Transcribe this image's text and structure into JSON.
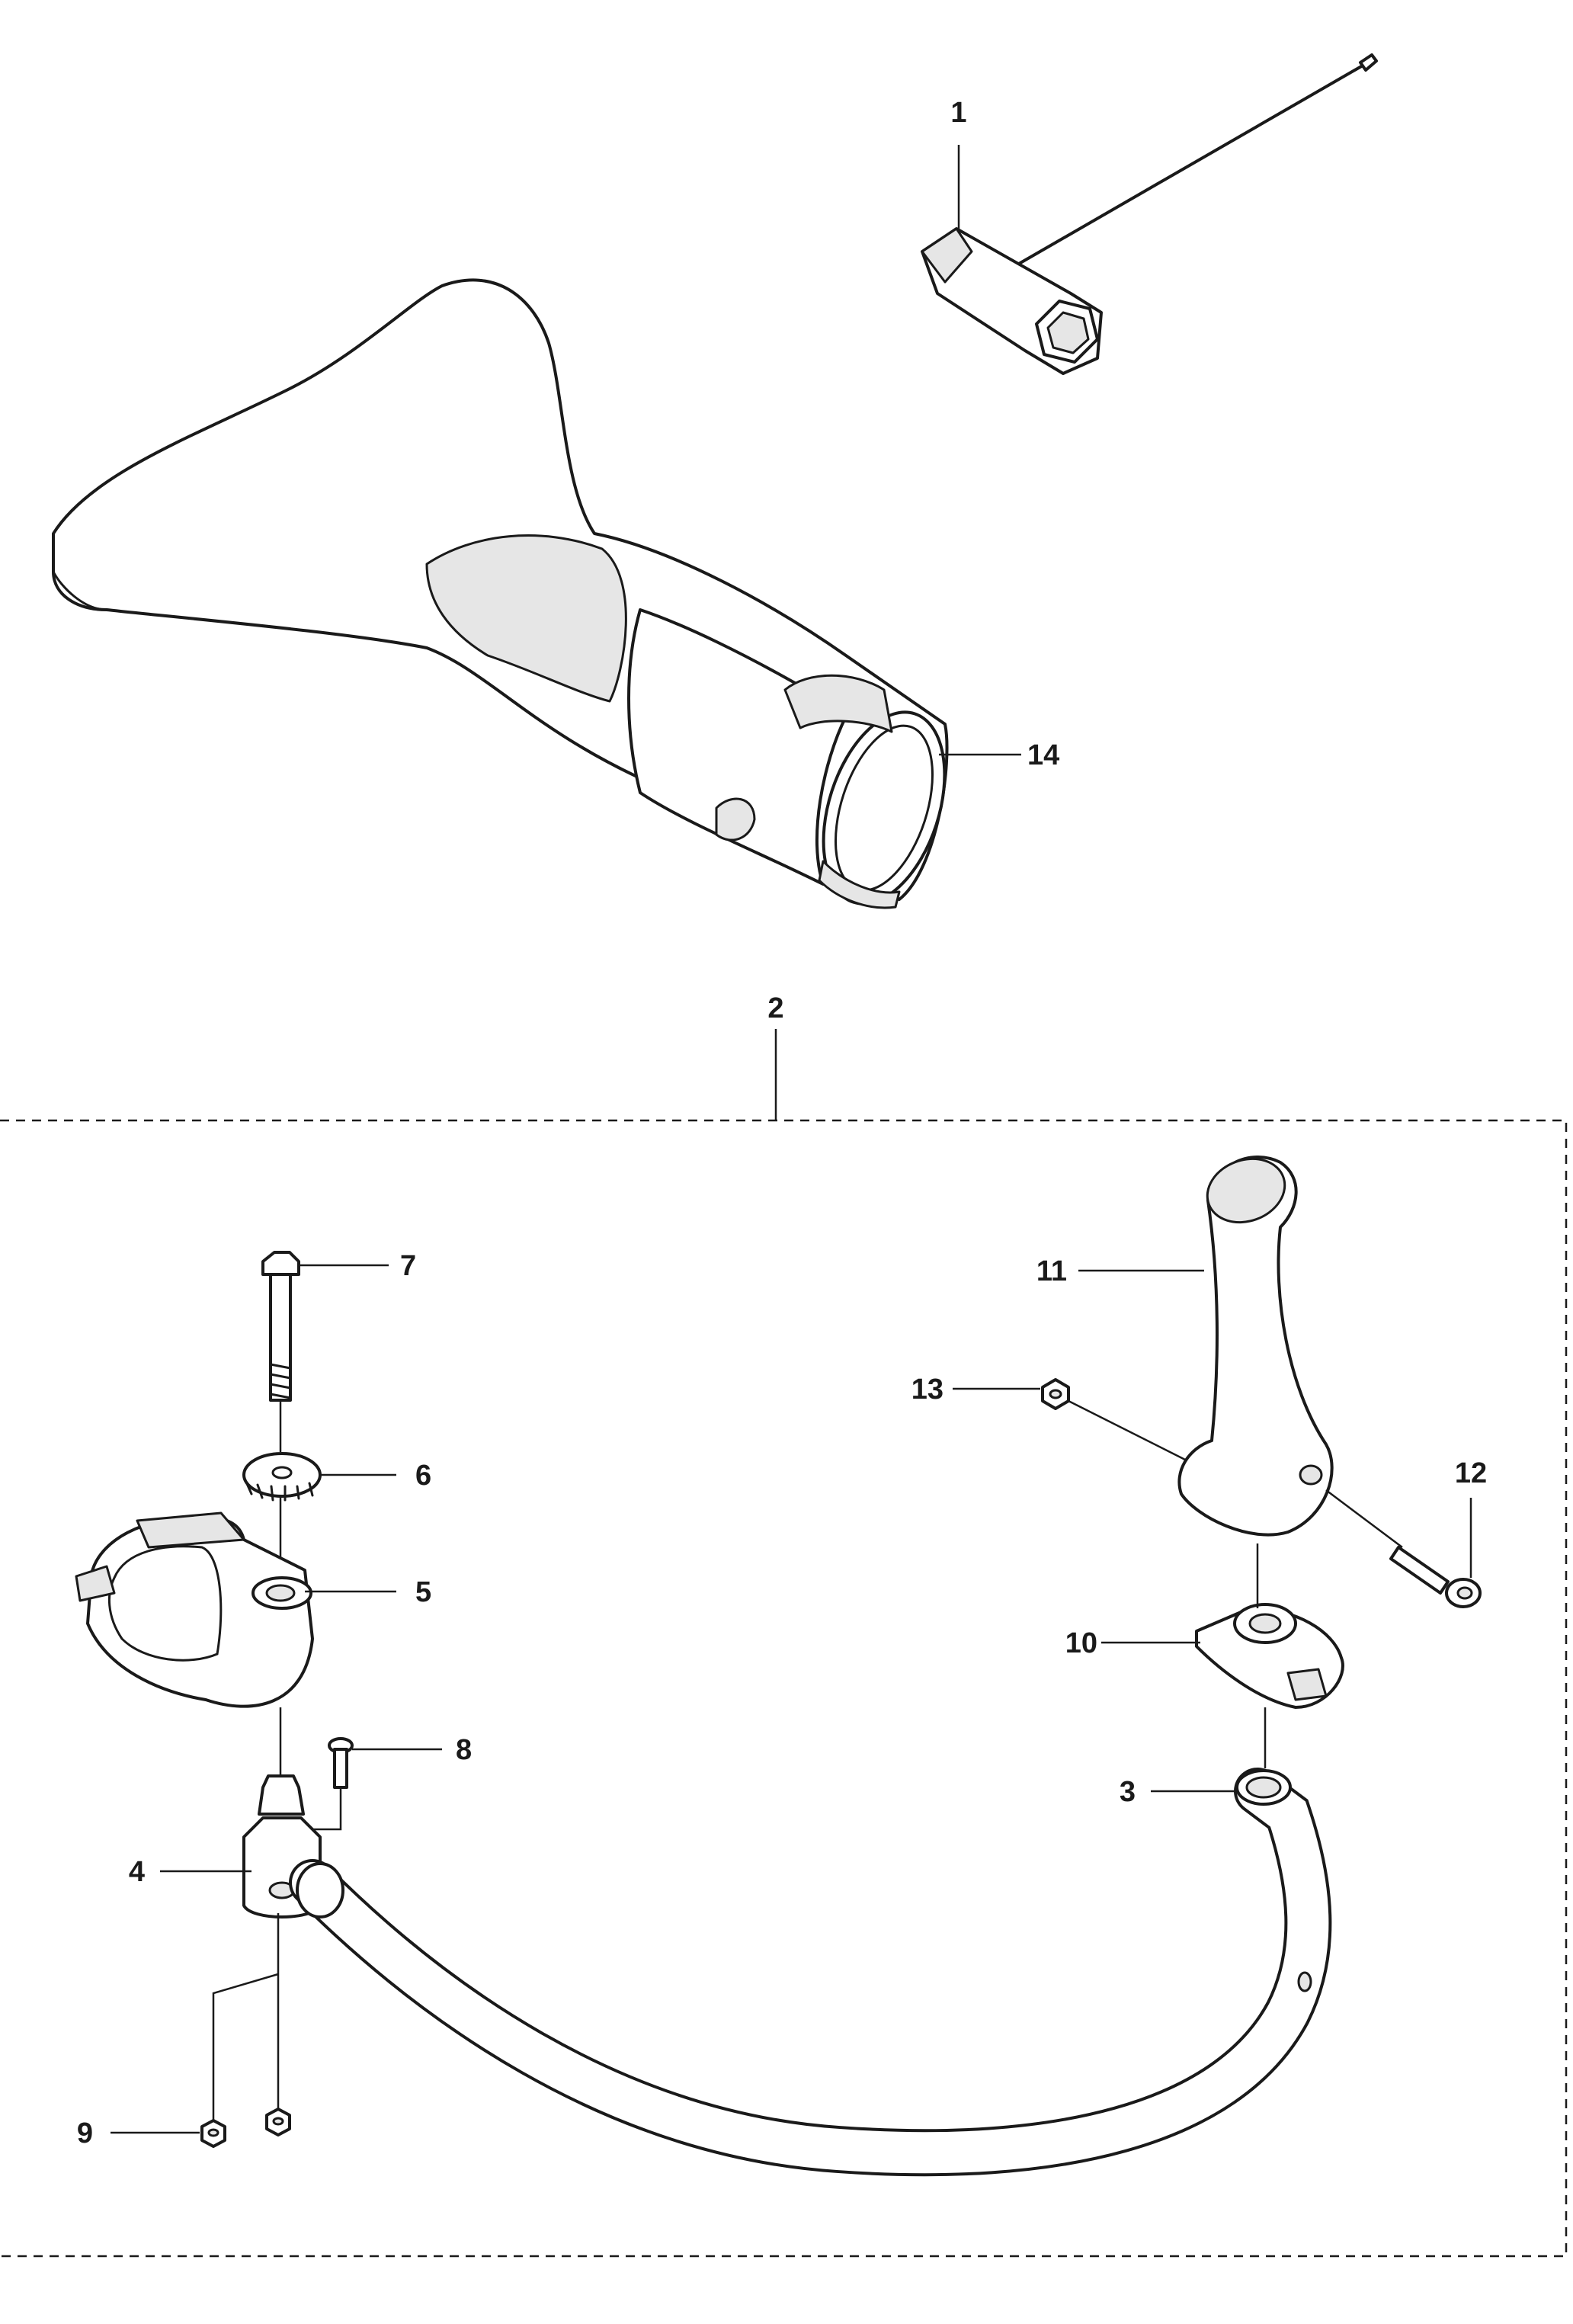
{
  "labels": {
    "p1": "1",
    "p2": "2",
    "p3": "3",
    "p4": "4",
    "p5": "5",
    "p6": "6",
    "p7": "7",
    "p8": "8",
    "p9": "9",
    "p10": "10",
    "p11": "11",
    "p12": "12",
    "p13": "13",
    "p14": "14"
  }
}
